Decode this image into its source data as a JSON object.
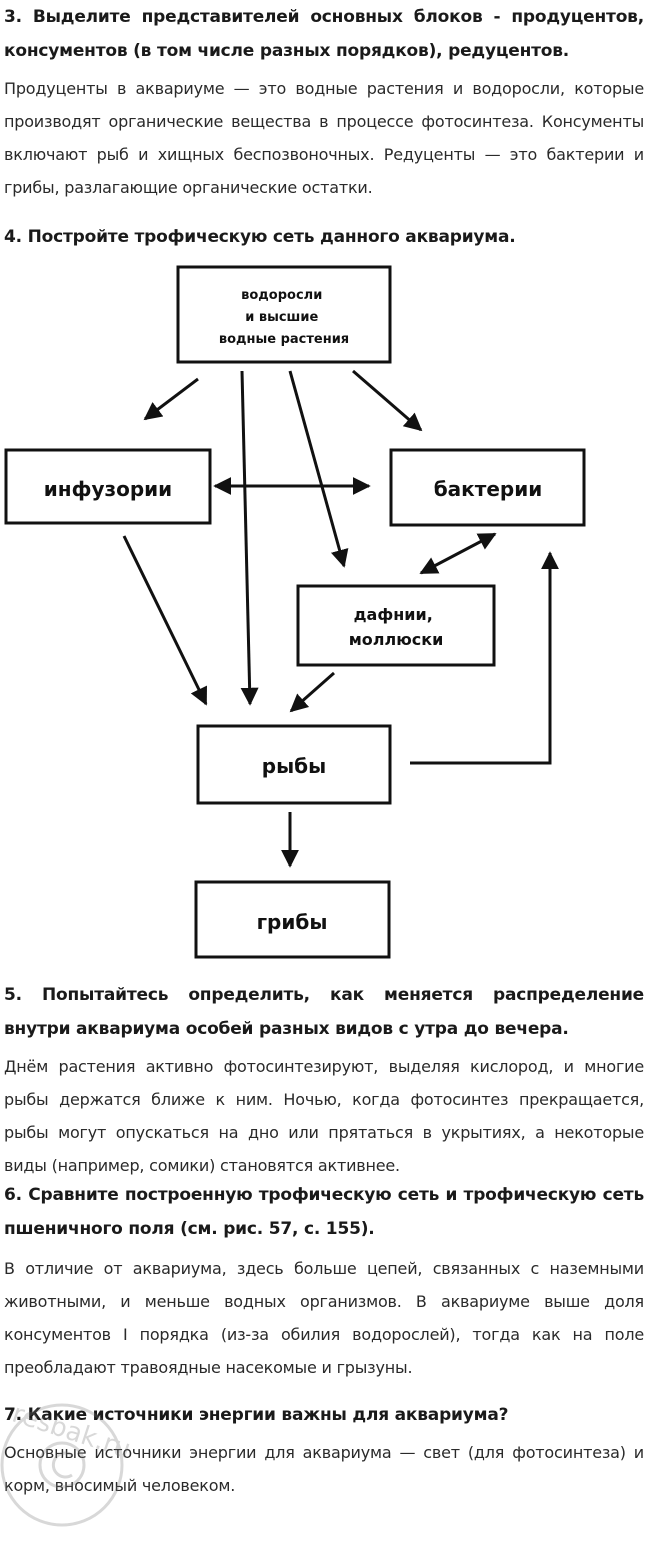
{
  "q3": {
    "question": "3. Выделите представителей основных блоков - продуцентов, консументов (в том числе разных порядков), редуцентов.",
    "answer": "Продуценты в аквариуме — это водные растения и водоросли, которые производят органические вещества в процессе фотосинтеза. Консументы включают рыб и хищных беспозвоночных. Редуценты — это бактерии и грибы, разлагающие органические остатки."
  },
  "q4": {
    "question": "4. Постройте трофическую сеть данного аквариума."
  },
  "diagram": {
    "algae": [
      "водоросли",
      "и высшие",
      "водные растения"
    ],
    "infusoria": "инфузории",
    "bacteria": "бактерии",
    "daphnia": [
      "дафнии,",
      "моллюски"
    ],
    "fish": "рыбы",
    "fungi": "грибы"
  },
  "q5": {
    "question": "5. Попытайтесь определить, как меняется распределение внутри аквариума особей разных видов с утра до вечера.",
    "answer": "Днём растения активно фотосинтезируют, выделяя кислород, и многие рыбы держатся ближе к ним. Ночью, когда фотосинтез прекращается, рыбы могут опускаться на дно или прятаться в укрытиях, а некоторые виды (например, сомики) становятся активнее."
  },
  "q6": {
    "question": "6. Сравните построенную трофическую сеть и трофическую сеть пшеничного поля (см. рис. 57, с. 155).",
    "answer": "В отличие от аквариума, здесь больше цепей, связанных с наземными животными, и меньше водных организмов. В аквариуме выше доля консументов I порядка (из-за обилия водорослей), тогда как на поле преобладают травоядные насекомые и грызуны."
  },
  "q7": {
    "question": "7. Какие источники энергии важны для аквариума?",
    "answer": "Основные источники энергии для аквариума — свет (для фотосинтеза) и корм, вносимый человеком."
  },
  "watermark": "resbak.ru"
}
